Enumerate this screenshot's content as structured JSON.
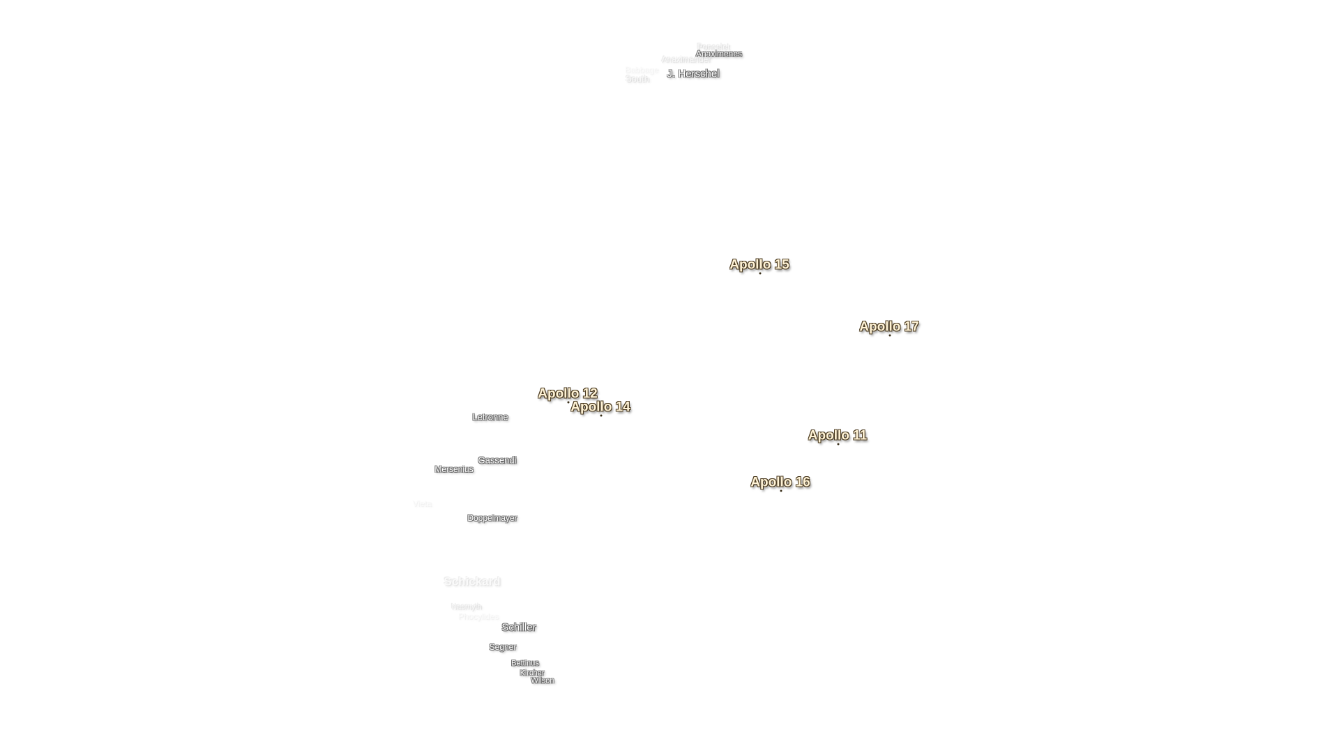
{
  "map": {
    "features": [
      {
        "id": "poncelet",
        "name": "Poncelet",
        "style": "faint sm"
      },
      {
        "id": "anaximenes",
        "name": "Anaximenes",
        "style": "sm"
      },
      {
        "id": "anaximander",
        "name": "Anaximander",
        "style": "faint sm"
      },
      {
        "id": "babbage",
        "name": "Babbage",
        "style": "vfaint sm"
      },
      {
        "id": "south",
        "name": "South",
        "style": "faint"
      },
      {
        "id": "j-herschel",
        "name": "J. Herschel",
        "style": "med"
      },
      {
        "id": "letronne",
        "name": "Letronne",
        "style": ""
      },
      {
        "id": "gassendi",
        "name": "Gassendi",
        "style": ""
      },
      {
        "id": "mersenius",
        "name": "Mersenius",
        "style": "sm"
      },
      {
        "id": "vieta",
        "name": "Vieta",
        "style": "vfaint sm"
      },
      {
        "id": "doppelmayer",
        "name": "Doppelmayer",
        "style": "sm"
      },
      {
        "id": "schickard",
        "name": "Schickard",
        "style": "big-faint"
      },
      {
        "id": "nasmyth",
        "name": "Nasmyth",
        "style": "faint xs"
      },
      {
        "id": "phocylides",
        "name": "Phocylides",
        "style": "vfaint sm"
      },
      {
        "id": "schiller",
        "name": "Schiller",
        "style": "med"
      },
      {
        "id": "segner",
        "name": "Segner",
        "style": "sm"
      },
      {
        "id": "bettinus",
        "name": "Bettinus",
        "style": "xs"
      },
      {
        "id": "kircher",
        "name": "Kircher",
        "style": "xs"
      },
      {
        "id": "wilson",
        "name": "Wilson",
        "style": "xs"
      }
    ],
    "landing_sites": [
      {
        "id": "apollo-15",
        "name": "Apollo 15"
      },
      {
        "id": "apollo-17",
        "name": "Apollo 17"
      },
      {
        "id": "apollo-12",
        "name": "Apollo 12"
      },
      {
        "id": "apollo-14",
        "name": "Apollo 14"
      },
      {
        "id": "apollo-11",
        "name": "Apollo 11"
      },
      {
        "id": "apollo-16",
        "name": "Apollo 16"
      }
    ],
    "colors": {
      "background": "#ffffff",
      "site_label": "#fff3d6",
      "site_outline": "#4a3a20",
      "site_dot": "#3a2f1a"
    }
  }
}
